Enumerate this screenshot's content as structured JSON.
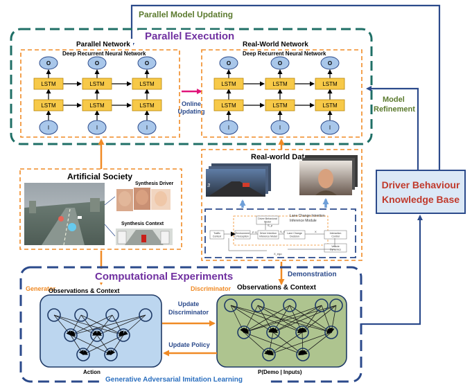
{
  "parallel_updating_label": "Parallel Model Updating",
  "parallel_execution": {
    "title": "Parallel Execution",
    "parallel_network": {
      "title": "Parallel Network",
      "subtitle": "Deep Recurrent Neural Network",
      "output_label": "O",
      "lstm_label": "LSTM",
      "input_label": "I"
    },
    "online_updating_label": [
      "Online",
      "Updating"
    ],
    "real_world_network": {
      "title": "Real-World Network",
      "subtitle": "Deep Recurrent Neural Network",
      "output_label": "O",
      "lstm_label": "LSTM",
      "input_label": "I"
    }
  },
  "model_refinement_label": [
    "Model",
    "Refinement"
  ],
  "artificial_society": {
    "title": "Artificial Society",
    "synthesis_driver": "Synthesis Driver",
    "synthesis_context": "Synthesis Context"
  },
  "real_world_data": {
    "title": "Real-world Data",
    "module": {
      "title": [
        "Lane Change Intention",
        "Inference Module"
      ],
      "boxes": [
        [
          "Driver Behavioral",
          "Model"
        ],
        [
          "Traffic",
          "Context"
        ],
        [
          "Environment",
          "Perception"
        ],
        [
          "Driver Intention",
          "Inference Model"
        ],
        [
          "Lane Change",
          "Decision"
        ],
        [
          "Interaction",
          "Control"
        ],
        [
          "Vehicle",
          "Dynamics"
        ]
      ],
      "signals": [
        "P",
        "S",
        "S_p",
        "S_x",
        "X",
        "X_ego"
      ]
    }
  },
  "knowledge_base": [
    "Driver Behaviour",
    "Knowledge Base"
  ],
  "demonstration_label": "Demonstration",
  "computational_experiments": {
    "title": "Computational Experiments",
    "generator_label": "Generator",
    "discriminator_label": "Discriminator",
    "generator_input": "Observations & Context",
    "discriminator_input": "Observations & Context",
    "generator_output": "Action",
    "discriminator_output": "P(Demo | Inputs)",
    "update_discriminator": [
      "Update",
      "Discriminator"
    ],
    "update_policy": "Update Policy",
    "gail_label": "Generative Adversarial Imitation Learning"
  },
  "colors": {
    "teal_dash": "#1f6f66",
    "orange": "#f08a24",
    "navy": "#2b4a8b",
    "purple": "#7030a0",
    "olive": "#5b7a2e",
    "lstm_fill": "#f7c948",
    "node_fill": "#a9c7ea",
    "gen_fill": "#bcd6ef",
    "disc_fill": "#aec48f",
    "pink": "#e0157a",
    "kb_fill": "#dbe8f6"
  }
}
